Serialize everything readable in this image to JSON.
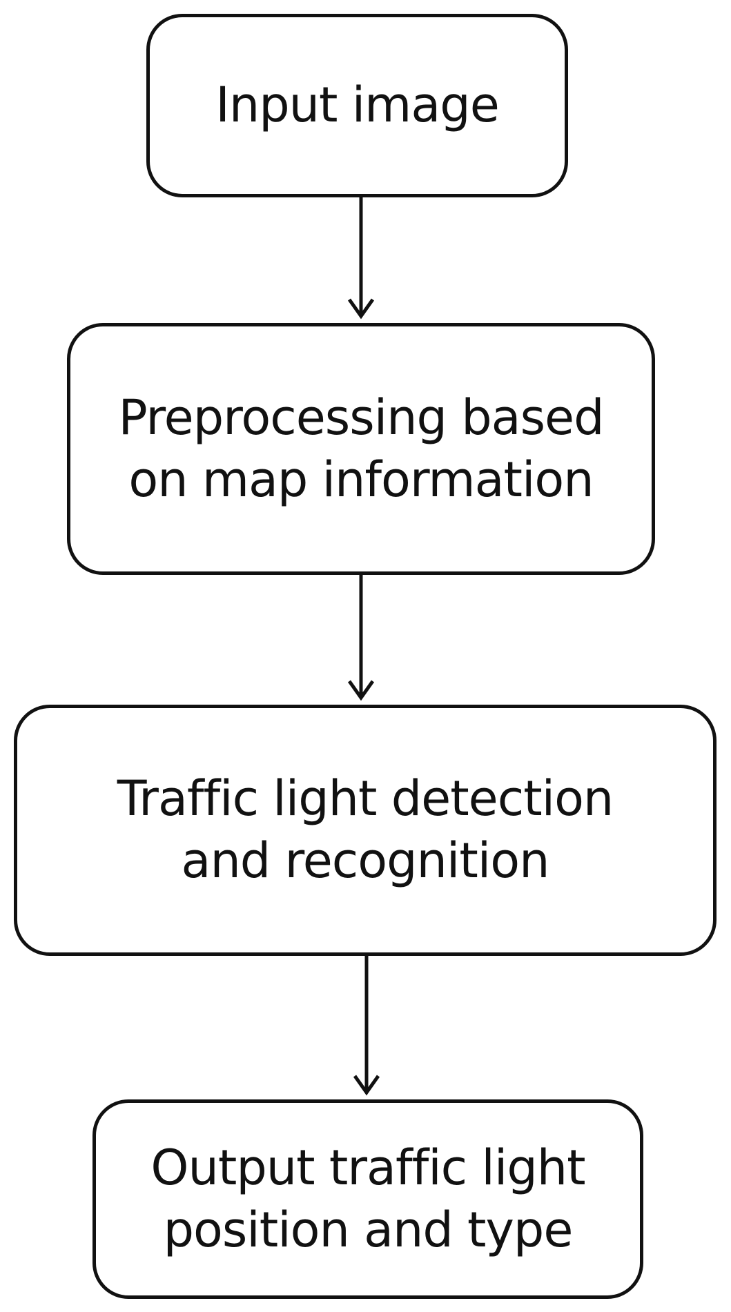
{
  "flowchart": {
    "steps": [
      {
        "lines": [
          "Input image"
        ]
      },
      {
        "lines": [
          "Preprocessing based",
          "on map information"
        ]
      },
      {
        "lines": [
          "Traffic light detection",
          "and recognition"
        ]
      },
      {
        "lines": [
          "Output traffic light",
          "position and type"
        ]
      }
    ],
    "colors": {
      "stroke": "#111111",
      "background": "#ffffff"
    }
  }
}
